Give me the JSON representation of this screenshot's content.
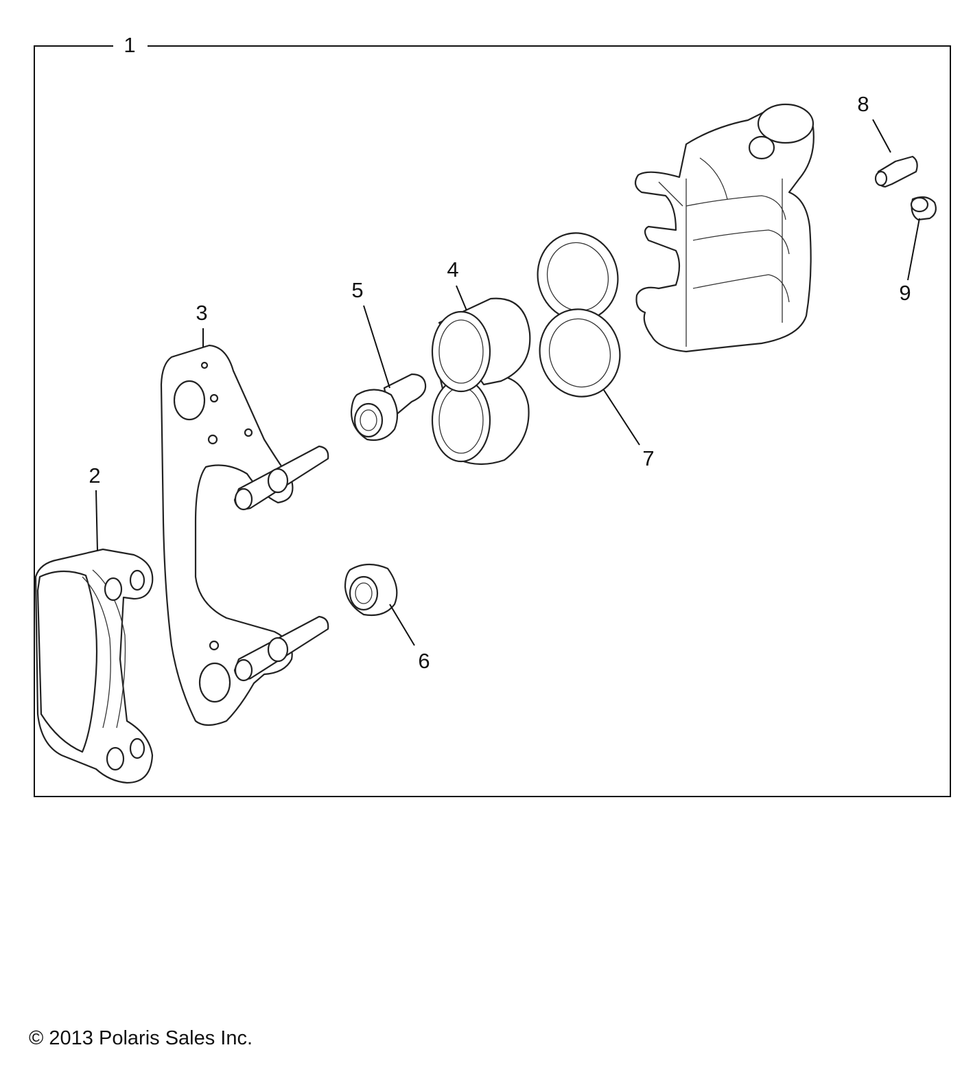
{
  "assembly": {
    "frame_label": "1",
    "callouts": {
      "pad": "2",
      "bracket": "3",
      "piston": "4",
      "pin_boot_upper": "5",
      "pin_boot_lower": "6",
      "seal": "7",
      "bleeder": "8",
      "cap": "9"
    }
  },
  "footer": {
    "copyright": "© 2013 Polaris Sales Inc."
  }
}
